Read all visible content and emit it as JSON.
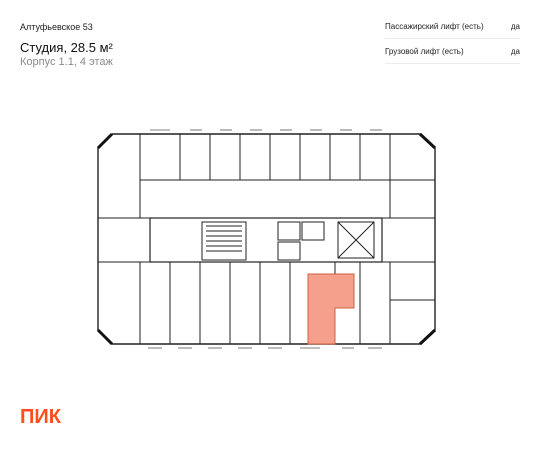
{
  "header": {
    "project": "Алтуфьевское 53",
    "title": "Студия, 28.5 м²",
    "subtitle": "Корпус 1.1, 4 этаж"
  },
  "facts": [
    {
      "label": "Пассажирский лифт (есть)",
      "value": "да"
    },
    {
      "label": "Грузовой лифт (есть)",
      "value": "да"
    }
  ],
  "brand": {
    "logo": "ПИК"
  },
  "colors": {
    "accent": "#ff4f1f",
    "highlight_fill": "#f4a08c",
    "wall": "#222222"
  }
}
